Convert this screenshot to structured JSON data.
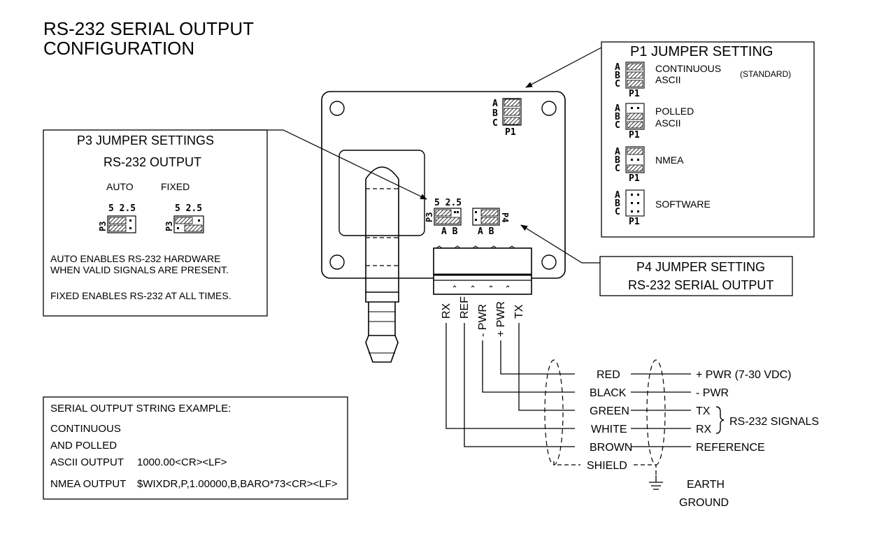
{
  "title": {
    "line1": "RS-232  SERIAL OUTPUT",
    "line2": "CONFIGURATION"
  },
  "p1_box": {
    "title": "P1 JUMPER SETTING",
    "rows": [
      {
        "label": "CONTINUOUS",
        "label2": "ASCII",
        "note": "(STANDARD)",
        "pattern": [
          "jumper",
          "jumper",
          "jumper"
        ]
      },
      {
        "label": "POLLED",
        "label2": "ASCII",
        "pattern": [
          "open",
          "jumper",
          "jumper"
        ]
      },
      {
        "label": "NMEA",
        "label2": "",
        "pattern": [
          "jumper",
          "open",
          "jumper"
        ]
      },
      {
        "label": "SOFTWARE",
        "label2": "",
        "pattern": [
          "open",
          "open",
          "open"
        ]
      }
    ],
    "letters": [
      "A",
      "B",
      "C"
    ],
    "conn": "P1"
  },
  "p3_box": {
    "title": "P3 JUMPER SETTINGS",
    "subtitle": "RS-232 OUTPUT",
    "options": [
      {
        "name": "AUTO",
        "scale": "5 2.5",
        "conn": "P3"
      },
      {
        "name": "FIXED",
        "scale": "5 2.5",
        "conn": "P3"
      }
    ],
    "note1": "AUTO ENABLES RS-232 HARDWARE",
    "note2": "WHEN VALID SIGNALS ARE PRESENT.",
    "note3": "FIXED ENABLES RS-232 AT ALL TIMES."
  },
  "p4_box": {
    "line1": "P4 JUMPER SETTING",
    "line2": "RS-232 SERIAL OUTPUT"
  },
  "board": {
    "p1_letters": [
      "A",
      "B",
      "C"
    ],
    "p1_conn": "P1",
    "p3_scale": "5 2.5",
    "p3_conn": "P3",
    "p3_ab": "A B",
    "p4_ab": "A B",
    "p4_conn": "P4",
    "terminals": [
      "RX",
      "REF",
      "- PWR",
      "+ PWR",
      "TX"
    ]
  },
  "wiring": {
    "colors": [
      "RED",
      "BLACK",
      "GREEN",
      "WHITE",
      "BROWN",
      "SHIELD"
    ],
    "signals": [
      "+ PWR (7-30 VDC)",
      "- PWR",
      "TX",
      "RX",
      "REFERENCE"
    ],
    "brace_label": "RS-232 SIGNALS",
    "ground1": "EARTH",
    "ground2": "GROUND"
  },
  "serial_box": {
    "header": "SERIAL OUTPUT STRING EXAMPLE:",
    "line1": "CONTINUOUS",
    "line2": "AND POLLED",
    "ascii_label": "ASCII OUTPUT",
    "ascii_value": "1000.00<CR><LF>",
    "nmea_label": "NMEA OUTPUT",
    "nmea_value": "$WIXDR,P,1.00000,B,BARO*73<CR><LF>"
  }
}
